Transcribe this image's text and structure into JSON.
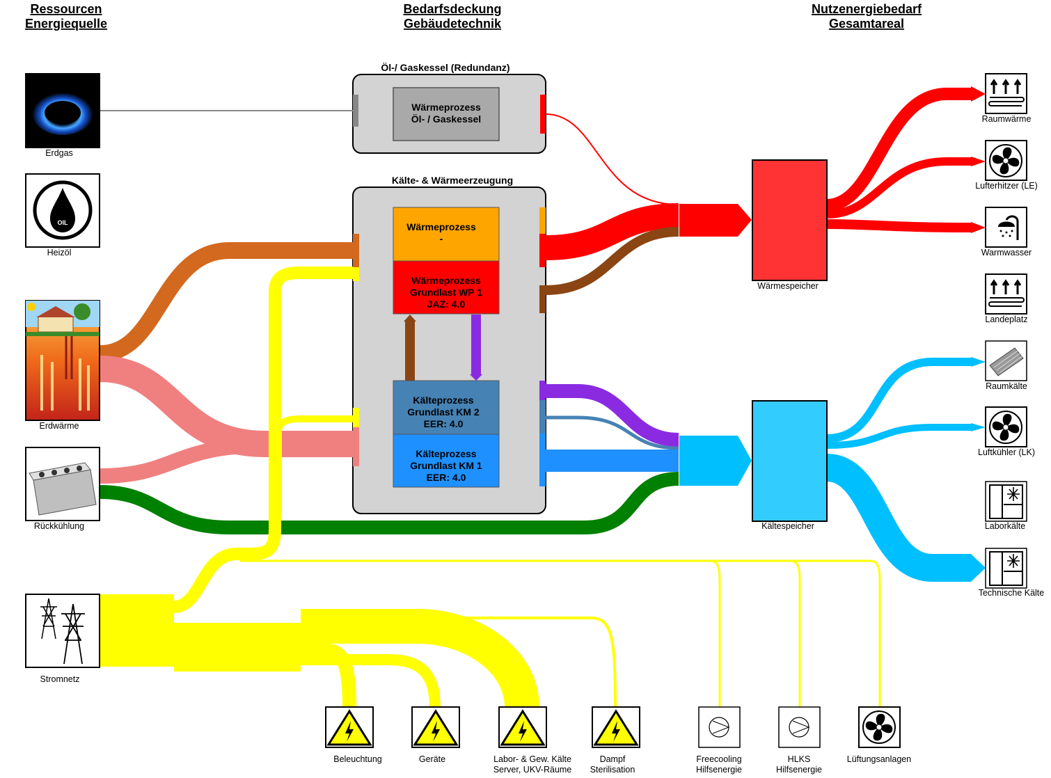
{
  "headers": {
    "left_line1": "Ressourcen",
    "left_line2": "Energiequelle",
    "mid_line1": "Bedarfsdeckung",
    "mid_line2": "Gebäudetechnik",
    "right_line1": "Nutzenergiebedarf",
    "right_line2": "Gesamtareal"
  },
  "sources": {
    "erdgas": "Erdgas",
    "heizoel": "Heizöl",
    "erdwaerme": "Erdwärme",
    "rueckkuehlung": "Rückkühlung",
    "stromnetz": "Stromnetz"
  },
  "groups": {
    "kessel_title": "Öl-/ Gaskessel (Redundanz)",
    "erzeugung_title": "Kälte- & Wärmeerzeugung"
  },
  "processes": {
    "kessel": {
      "line1": "Wärmeprozess",
      "line2": "Öl- / Gaskessel"
    },
    "wp_leer": {
      "line1": "Wärmeprozess",
      "line2": "-"
    },
    "wp1": {
      "line1": "Wärmeprozess",
      "line2": "Grundlast WP 1",
      "line3": "JAZ: 4.0"
    },
    "km2": {
      "line1": "Kälteprozess",
      "line2": "Grundlast KM 2",
      "line3": "EER: 4.0"
    },
    "km1": {
      "line1": "Kälteprozess",
      "line2": "Grundlast KM 1",
      "line3": "EER: 4.0"
    }
  },
  "storage": {
    "waerme": "Wärmespeicher",
    "kaelte": "Kältespeicher"
  },
  "demands_right": {
    "raumwaerme": "Raumwärme",
    "lufterhitzer": "Lufterhitzer (LE)",
    "warmwasser": "Warmwasser",
    "landeplatz": "Landeplatz",
    "raumkaelte": "Raumkälte",
    "luftkuehler": "Luftkühler (LK)",
    "laborkaelte": "Laborkälte",
    "technische_kaelte": "Technische Kälte"
  },
  "demands_bottom": {
    "beleuchtung": "Beleuchtung",
    "geraete": "Geräte",
    "labor_line1": "Labor- & Gew. Kälte",
    "labor_line2": "Server, UKV-Räume",
    "dampf_line1": "Dampf",
    "dampf_line2": "Sterilisation",
    "freecooling_line1": "Freecooling",
    "freecooling_line2": "Hilfsenergie",
    "hlks_line1": "HLKS",
    "hlks_line2": "Hilfsenergie",
    "lueftung": "Lüftungsanlagen"
  },
  "colors": {
    "strom": "#ffff00",
    "erdwaerme": "#d2691e",
    "rueckkuehlung": "#f08080",
    "gruen": "#008000",
    "waerme": "#ff0000",
    "braun": "#8b4513",
    "violett": "#8a2be2",
    "blau": "#1e90ff",
    "stahlblau": "#4682b4",
    "cyan": "#00bfff",
    "speicher_cyan": "#33ccff",
    "orange": "#ffa500",
    "grau": "#d3d3d3"
  }
}
